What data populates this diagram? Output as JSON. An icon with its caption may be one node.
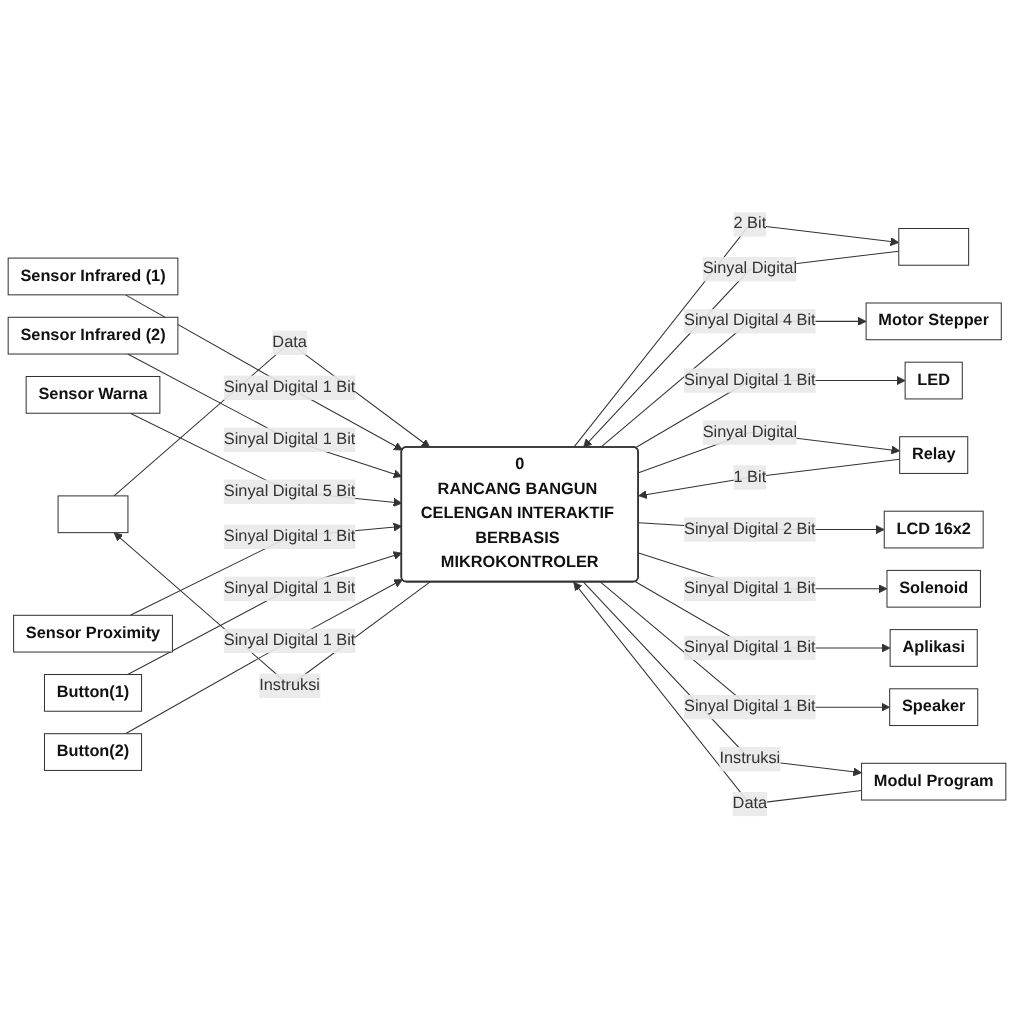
{
  "diagram": {
    "nodes": [
      {
        "text": [],
        "shape": "box"
      },
      {
        "text": [
          "0",
          "RANCANG BANGUN CELENGAN INTERAKTIF BERBASIS MIKROKONTROLER"
        ]
      },
      {
        "text": [
          "Sensor Infrared (1)"
        ]
      },
      {
        "text": [
          "Sensor Infrared (2)"
        ]
      },
      {
        "text": [
          "Sensor Warna"
        ]
      },
      {
        "text": [
          "Sensor Proximity"
        ]
      },
      {
        "text": [
          "Button(1)"
        ]
      },
      {
        "text": [
          "Button(2)"
        ]
      },
      {
        "text": [],
        "shape": "box"
      },
      {
        "text": [
          "Motor Stepper"
        ]
      },
      {
        "text": [
          "LED"
        ]
      },
      {
        "text": [
          "Relay"
        ]
      },
      {
        "text": [
          "LCD 16x2"
        ]
      },
      {
        "text": [
          "Solenoid"
        ]
      },
      {
        "text": [
          "Aplikasi"
        ]
      },
      {
        "text": [
          "Speaker"
        ]
      },
      {
        "text": [
          "Modul Program"
        ]
      }
    ],
    "edges": [
      {
        "from": 1,
        "to": 0,
        "arrow": "to",
        "label": "Instruksi"
      },
      {
        "from": 0,
        "to": 1,
        "arrow": "to",
        "label": "Data"
      },
      {
        "from": 2,
        "to": 1,
        "arrow": "to",
        "label": "Sinyal Digital 1 Bit"
      },
      {
        "from": 3,
        "to": 1,
        "arrow": "to",
        "label": "Sinyal Digital 1 Bit"
      },
      {
        "from": 4,
        "to": 1,
        "arrow": "to",
        "label": "Sinyal Digital 5 Bit"
      },
      {
        "from": 5,
        "to": 1,
        "arrow": "to",
        "label": "Sinyal Digital 1 Bit"
      },
      {
        "from": 6,
        "to": 1,
        "arrow": "to",
        "label": "Sinyal Digital 1 Bit"
      },
      {
        "from": 7,
        "to": 1,
        "arrow": "to",
        "label": "Sinyal Digital 1 Bit"
      },
      {
        "from": 8,
        "to": 1,
        "arrow": "to",
        "label": "Sinyal Digital"
      },
      {
        "from": 1,
        "to": 8,
        "arrow": "to",
        "label": "2 Bit"
      },
      {
        "from": 1,
        "to": 9,
        "arrow": "to",
        "label": "Sinyal Digital 4 Bit"
      },
      {
        "from": 1,
        "to": 10,
        "arrow": "to",
        "label": "Sinyal Digital 1 Bit"
      },
      {
        "from": 1,
        "to": 11,
        "arrow": "to",
        "label": "Sinyal Digital"
      },
      {
        "from": 11,
        "to": 1,
        "arrow": "to",
        "label": "1 Bit"
      },
      {
        "from": 1,
        "to": 12,
        "arrow": "to",
        "label": "Sinyal Digital 2 Bit"
      },
      {
        "from": 1,
        "to": 13,
        "arrow": "to",
        "label": "Sinyal Digital 1 Bit"
      },
      {
        "from": 1,
        "to": 14,
        "arrow": "to",
        "label": "Sinyal Digital 1 Bit"
      },
      {
        "from": 1,
        "to": 15,
        "arrow": "to",
        "label": "Sinyal Digital 1 Bit"
      },
      {
        "from": 16,
        "to": 1,
        "arrow": "to",
        "label": "Data"
      },
      {
        "from": 1,
        "to": 16,
        "arrow": "to",
        "label": "Instruksi"
      }
    ]
  }
}
